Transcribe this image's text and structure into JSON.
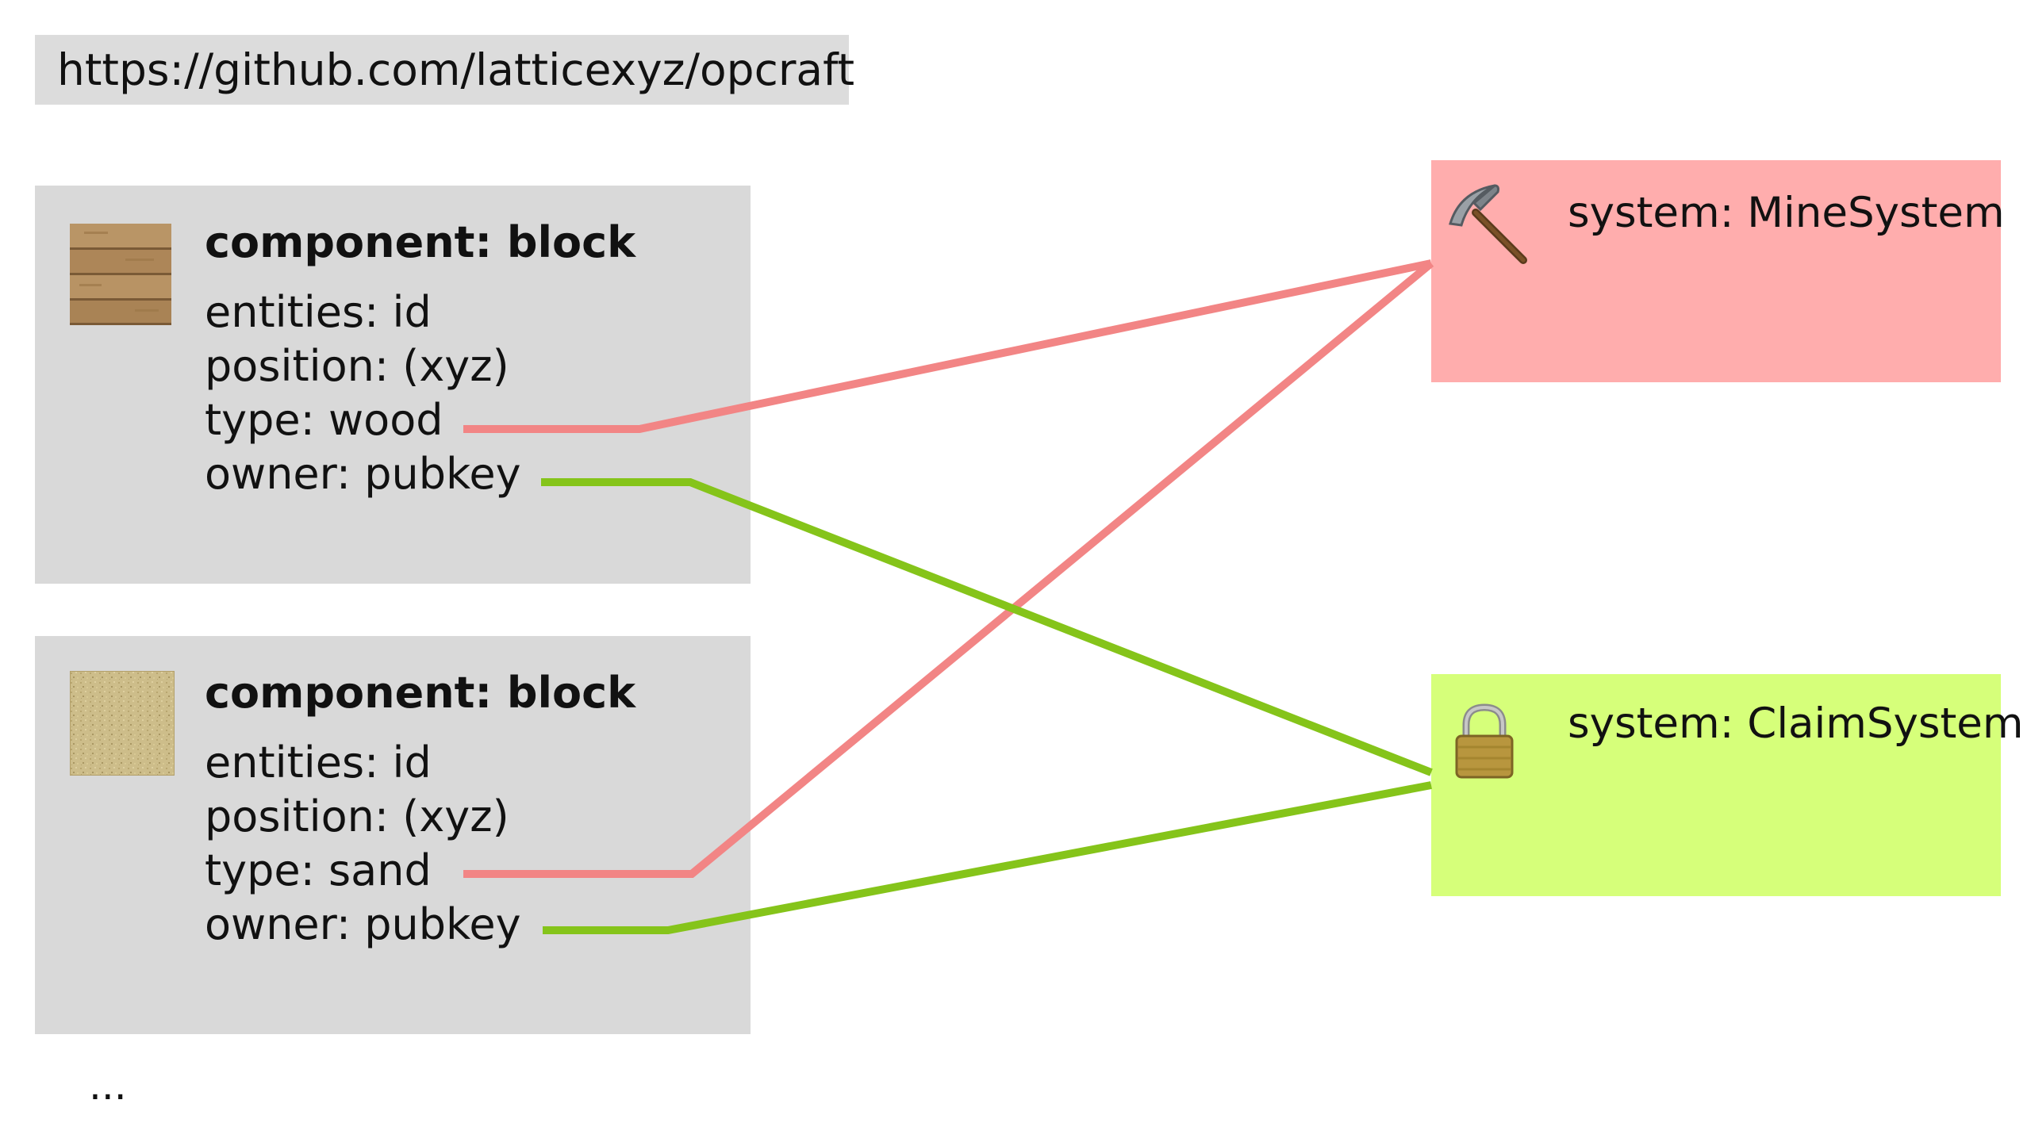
{
  "url": "https://github.com/latticexyz/opcraft",
  "components": [
    {
      "title": "component: block",
      "icon": "wood-plank-block-icon",
      "fields": [
        "entities: id",
        "position: (xyz)",
        "type: wood",
        "owner: pubkey"
      ]
    },
    {
      "title": "component: block",
      "icon": "sand-block-icon",
      "fields": [
        "entities: id",
        "position: (xyz)",
        "type: sand",
        "owner: pubkey"
      ]
    }
  ],
  "systems": [
    {
      "label": "system: MineSystem",
      "icon": "pickaxe-icon",
      "color": "#ffadad"
    },
    {
      "label": "system: ClaimSystem",
      "icon": "padlock-icon",
      "color": "#d6ff7a"
    }
  ],
  "connector_colors": {
    "mine": "#f28585",
    "claim": "#85c41a"
  },
  "ellipsis": "..."
}
